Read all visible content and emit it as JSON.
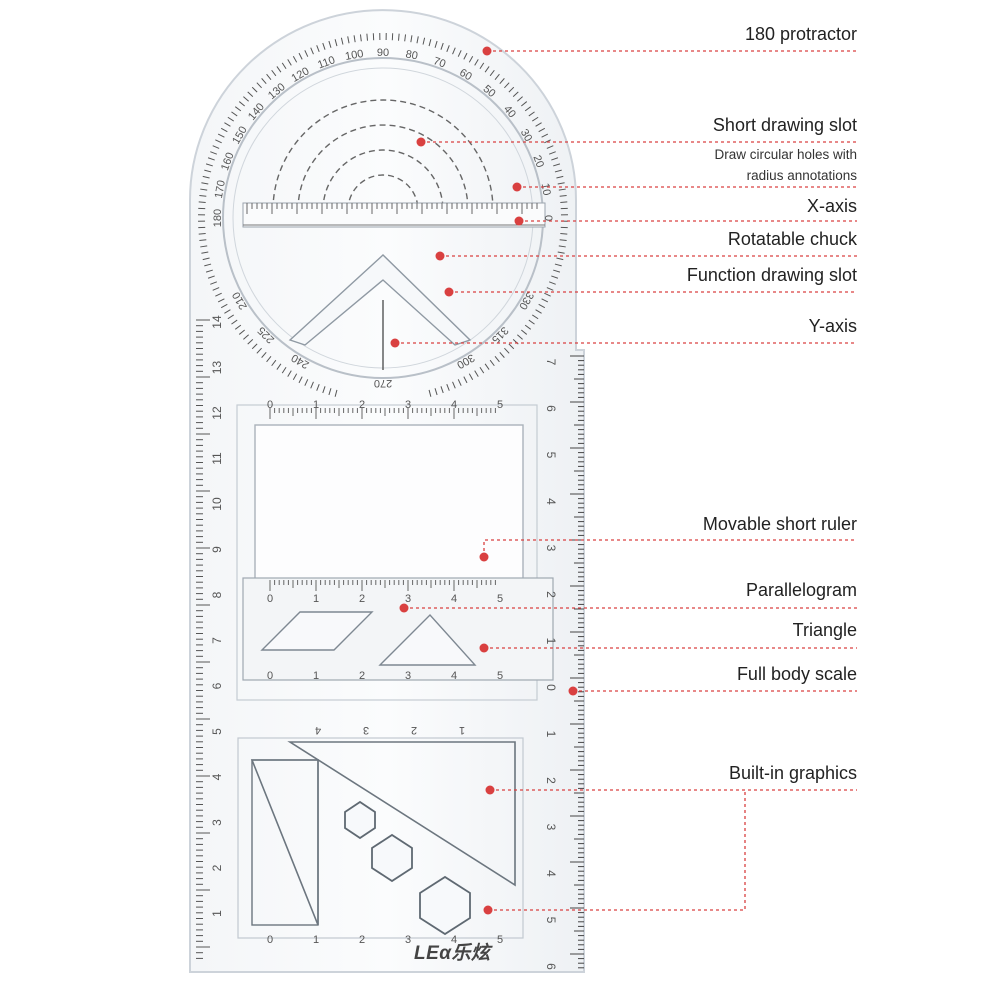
{
  "callouts": [
    {
      "id": "protractor",
      "label": "180 protractor"
    },
    {
      "id": "short-drawing-slot",
      "label": "Short drawing slot",
      "sub": [
        "Draw circular holes with",
        "radius annotations"
      ]
    },
    {
      "id": "x-axis",
      "label": "X-axis"
    },
    {
      "id": "rotatable-chuck",
      "label": "Rotatable chuck"
    },
    {
      "id": "function-drawing-slot",
      "label": "Function drawing slot"
    },
    {
      "id": "y-axis",
      "label": "Y-axis"
    },
    {
      "id": "movable-short-ruler",
      "label": "Movable short ruler"
    },
    {
      "id": "parallelogram",
      "label": "Parallelogram"
    },
    {
      "id": "triangle",
      "label": "Triangle"
    },
    {
      "id": "full-body-scale",
      "label": "Full body scale"
    },
    {
      "id": "built-in-graphics",
      "label": "Built-in graphics"
    }
  ],
  "protractor_numbers": [
    "0",
    "10",
    "20",
    "30",
    "40",
    "50",
    "60",
    "70",
    "80",
    "90",
    "100",
    "110",
    "120",
    "130",
    "140",
    "150",
    "160",
    "170",
    "180",
    "210",
    "225",
    "240",
    "270",
    "300",
    "315",
    "330"
  ],
  "left_scale_numbers": [
    "14",
    "13",
    "12",
    "11",
    "10",
    "9",
    "8",
    "7",
    "6",
    "5",
    "4",
    "3",
    "2",
    "1"
  ],
  "right_scale_numbers": [
    "7",
    "6",
    "5",
    "4",
    "3",
    "2",
    "1",
    "0",
    "1",
    "2",
    "3",
    "4",
    "5",
    "6"
  ],
  "short_ruler_numbers": [
    "0",
    "1",
    "2",
    "3",
    "4",
    "5"
  ],
  "lower_ruler_numbers": [
    "4",
    "3",
    "2",
    "1"
  ],
  "brand": "LEα乐炫",
  "colors": {
    "callout": "#d94040",
    "ruler_edge": "#c9d0d8",
    "ink": "#555555"
  }
}
